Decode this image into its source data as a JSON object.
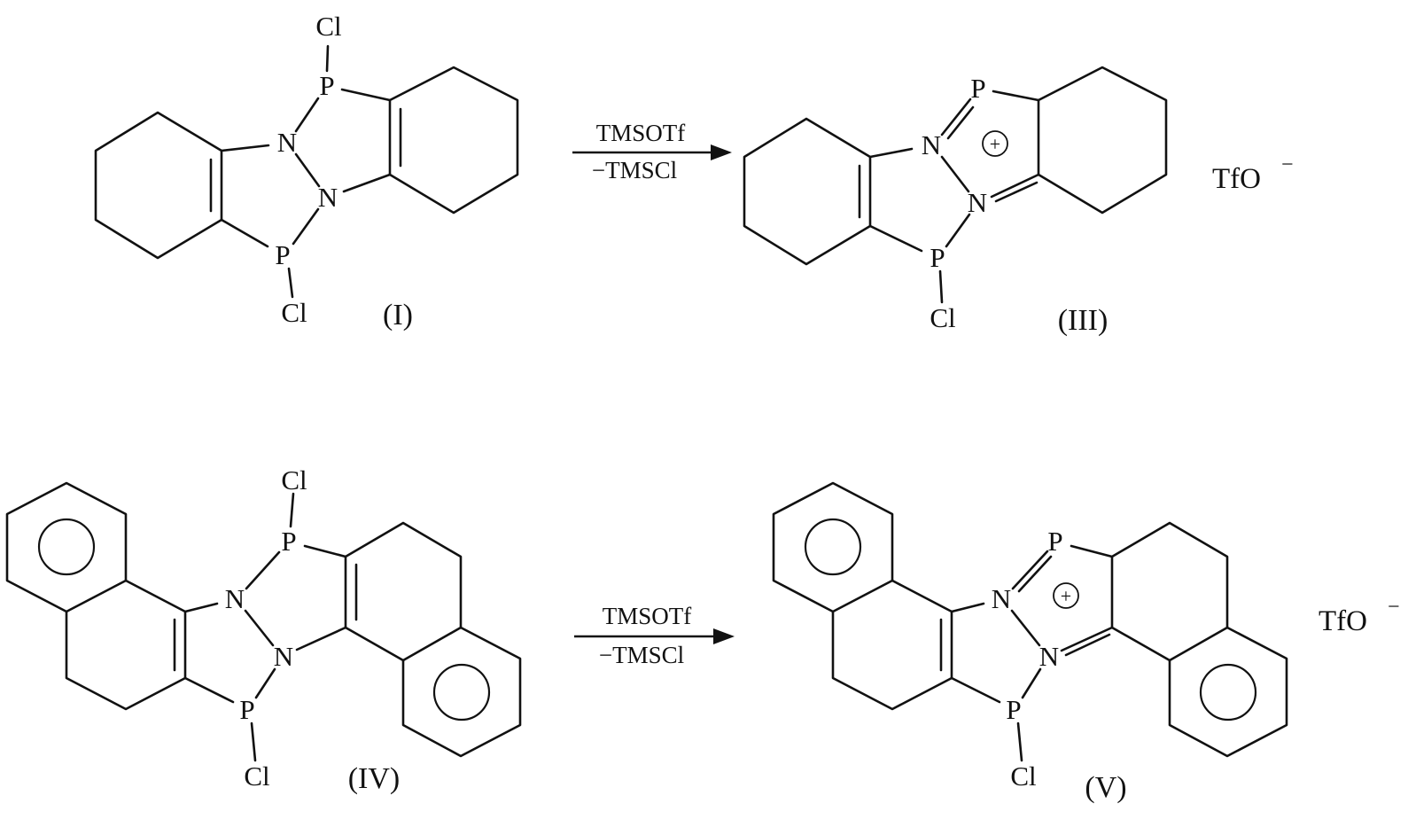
{
  "scheme": {
    "reaction1": {
      "reagent_above": "TMSOTf",
      "reagent_below": "−TMSCl"
    },
    "reaction2": {
      "reagent_above": "TMSOTf",
      "reagent_below": "−TMSCl"
    },
    "molecule_I": {
      "label": "(I)",
      "atoms": {
        "cl_top": "Cl",
        "p_top": "P",
        "n_upper": "N",
        "n_lower": "N",
        "p_bottom": "P",
        "cl_bottom": "Cl"
      }
    },
    "molecule_III": {
      "label": "(III)",
      "charge": "+",
      "counterion": "TfO",
      "counterion_charge": "−",
      "atoms": {
        "p_top": "P",
        "n_upper": "N",
        "n_lower": "N",
        "p_bottom": "P",
        "cl_bottom": "Cl"
      }
    },
    "molecule_IV": {
      "label": "(IV)",
      "atoms": {
        "cl_top": "Cl",
        "p_top": "P",
        "n_upper": "N",
        "n_lower": "N",
        "p_bottom": "P",
        "cl_bottom": "Cl"
      }
    },
    "molecule_V": {
      "label": "(V)",
      "charge": "+",
      "counterion": "TfO",
      "counterion_charge": "−",
      "atoms": {
        "p_top": "P",
        "n_upper": "N",
        "n_lower": "N",
        "p_bottom": "P",
        "cl_bottom": "Cl"
      }
    }
  },
  "style": {
    "bond_color": "#111111",
    "background": "#ffffff"
  }
}
